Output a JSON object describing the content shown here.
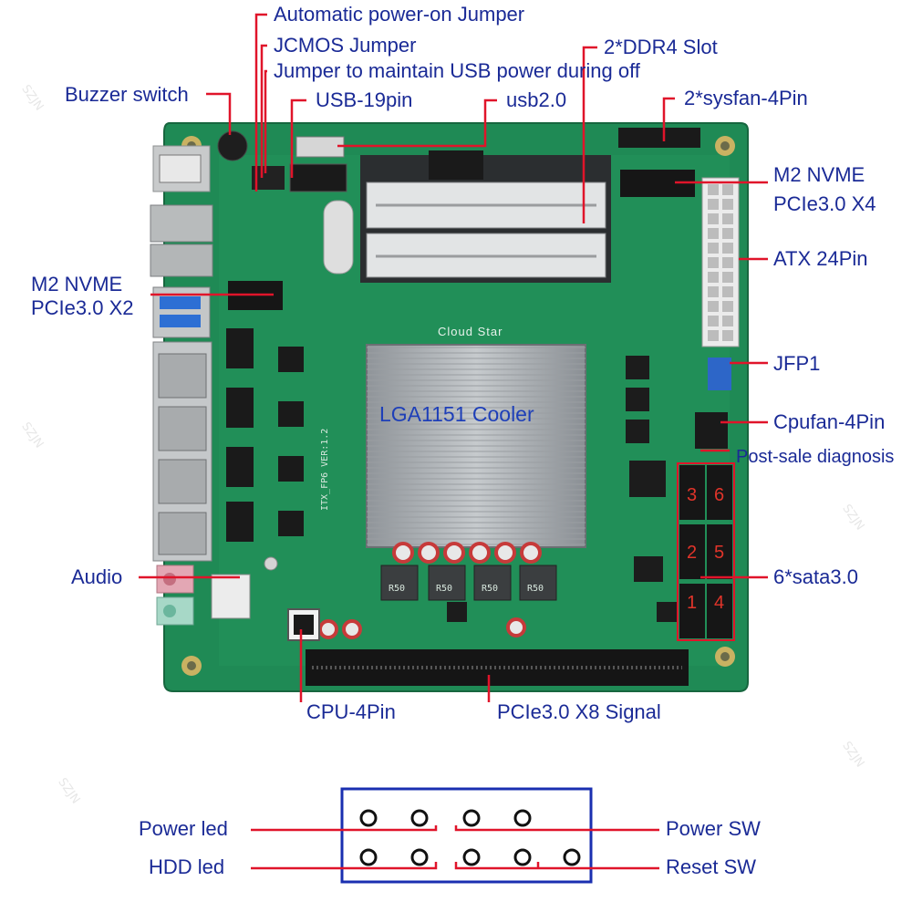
{
  "callouts": {
    "auto_power_on": "Automatic power-on Jumper",
    "jcmos": "JCMOS Jumper",
    "usb_power": "Jumper to maintain USB power during off",
    "buzzer": "Buzzer switch",
    "usb19": "USB-19pin",
    "usb20": "usb2.0",
    "ddr4": "2*DDR4 Slot",
    "sysfan": "2*sysfan-4Pin",
    "m2_x4_line1": "M2 NVME",
    "m2_x4_line2": "PCIe3.0 X4",
    "atx": "ATX 24Pin",
    "m2_x2_line1": "M2 NVME",
    "m2_x2_line2": "PCIe3.0 X2",
    "jfp1": "JFP1",
    "cpufan": "Cpufan-4Pin",
    "postsale": "Post-sale diagnosis",
    "audio": "Audio",
    "sata": "6*sata3.0",
    "cpu4pin": "CPU-4Pin",
    "pcie_x8": "PCIe3.0 X8 Signal",
    "cooler": "LGA1151 Cooler"
  },
  "board": {
    "brand": "Cloud Star",
    "model": "ITX_FP6 VER:1.2",
    "choke_label": "R50"
  },
  "sata_numbers": [
    "3",
    "6",
    "2",
    "5",
    "1",
    "4"
  ],
  "pinout": {
    "power_led": "Power led",
    "hdd_led": "HDD led",
    "power_sw": "Power SW",
    "reset_sw": "Reset SW"
  },
  "watermark": "SZJN",
  "colors": {
    "label_text": "#1a2a96",
    "callout_line": "#e0142a",
    "pcb": "#1f8a55",
    "pinout_box": "#1a2fb0"
  }
}
